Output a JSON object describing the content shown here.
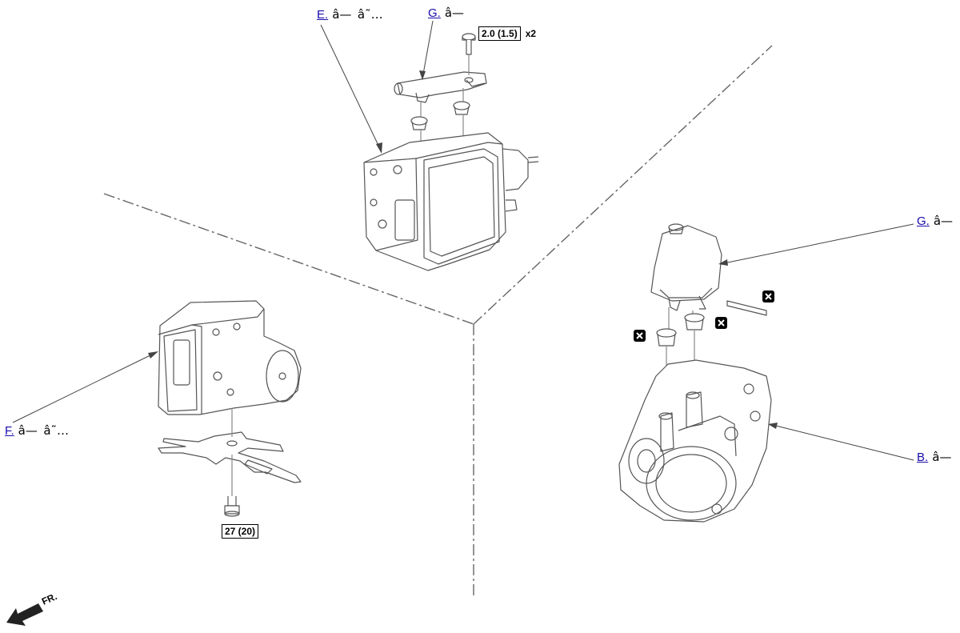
{
  "callouts": {
    "e": {
      "letter": "E.",
      "text": "â— â˜…"
    },
    "g_top": {
      "letter": "G.",
      "text": "â—"
    },
    "g_right": {
      "letter": "G.",
      "text": "â—"
    },
    "f": {
      "letter": "F.",
      "text": "â— â˜…"
    },
    "b": {
      "letter": "B.",
      "text": "â—"
    }
  },
  "torque": {
    "top": {
      "value": "2.0 (1.5)",
      "multiplier": "x2"
    },
    "bottom": {
      "value": "27 (20)"
    }
  },
  "front_arrow": {
    "text": "FR."
  },
  "icons": {
    "non_reusable": "non-reusable-part-icon"
  }
}
